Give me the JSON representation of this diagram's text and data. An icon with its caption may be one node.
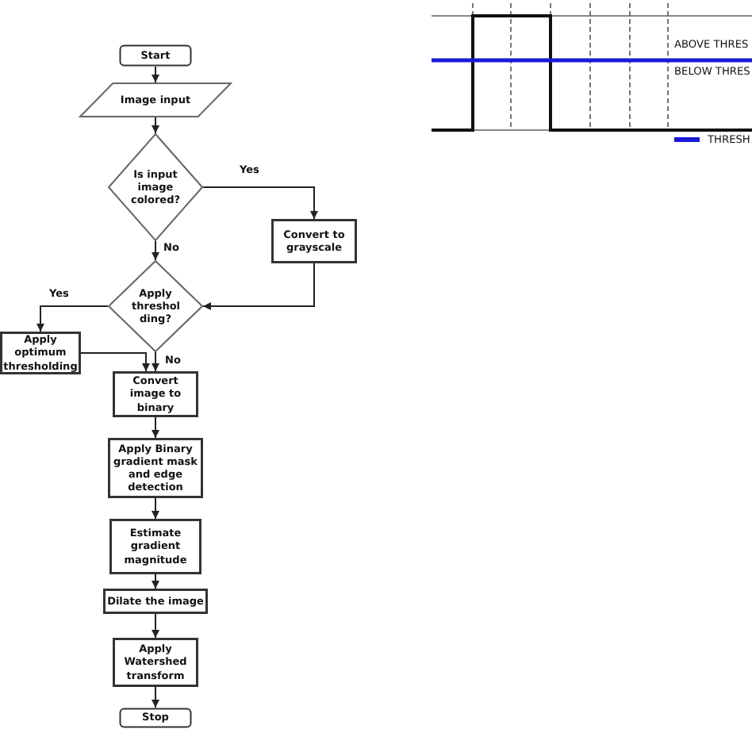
{
  "diagram": {
    "nodes": [
      {
        "text": [
          "Start"
        ]
      },
      {
        "text": [
          "Image input"
        ]
      },
      {
        "text": [
          "Is input image colored?"
        ]
      },
      {
        "text": [
          "Convert to grayscale"
        ]
      },
      {
        "text": [
          "Apply threshol ding?"
        ]
      },
      {
        "text": [
          "Apply optimum thresholding"
        ]
      },
      {
        "text": [
          "Convert image to binary"
        ]
      },
      {
        "text": [
          "Apply Binary gradient mask and edge detection"
        ]
      },
      {
        "text": [
          "Estimate gradient magnitude"
        ]
      },
      {
        "text": [
          "Dilate the image"
        ]
      },
      {
        "text": [
          "Apply Watershed transform"
        ]
      },
      {
        "text": [
          "Stop"
        ]
      }
    ],
    "edges": [
      {
        "from": 0,
        "to": 1,
        "arrow": "to"
      },
      {
        "from": 1,
        "to": 2,
        "arrow": "to"
      },
      {
        "from": 2,
        "to": 3,
        "arrow": "to",
        "label": "Yes"
      },
      {
        "from": 2,
        "to": 4,
        "arrow": "to",
        "label": "No"
      },
      {
        "from": 3,
        "to": 4,
        "arrow": "to"
      },
      {
        "from": 4,
        "to": 5,
        "arrow": "to",
        "label": "Yes"
      },
      {
        "from": 4,
        "to": 6,
        "arrow": "to",
        "label": "No"
      },
      {
        "from": 5,
        "to": 6,
        "arrow": "to"
      },
      {
        "from": 6,
        "to": 7,
        "arrow": "to"
      },
      {
        "from": 7,
        "to": 8,
        "arrow": "to"
      },
      {
        "from": 8,
        "to": 9,
        "arrow": "to"
      },
      {
        "from": 9,
        "to": 10,
        "arrow": "to"
      },
      {
        "from": 10,
        "to": 11,
        "arrow": "to"
      }
    ],
    "labels": [
      "ABOVE THRES",
      "BELOW THRES"
    ],
    "legend": [
      {
        "text": "THRESH"
      }
    ]
  }
}
